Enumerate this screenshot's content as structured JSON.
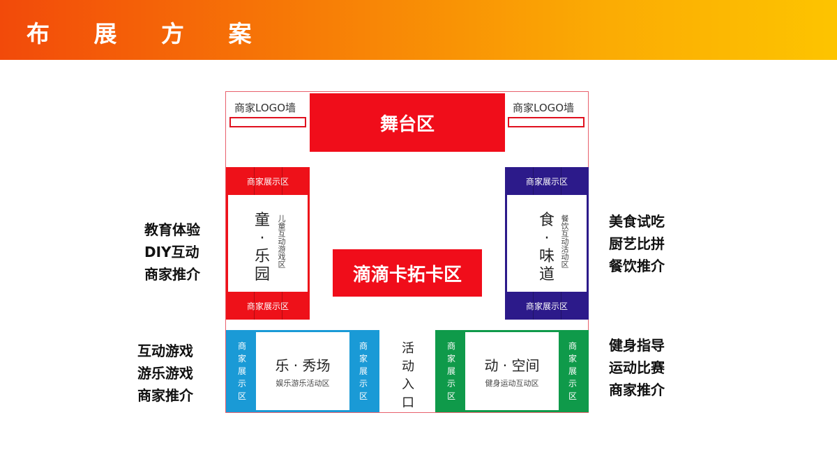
{
  "header": {
    "title": "布 展 方 案"
  },
  "colors": {
    "header_gradient_start": "#f24a0a",
    "header_gradient_end": "#fdc400",
    "red": "#f00d1a",
    "purple": "#2c1a8a",
    "blue": "#1a9ad6",
    "green": "#0f9a4a"
  },
  "plan": {
    "logo_wall_left": "商家LOGO墙",
    "logo_wall_right": "商家LOGO墙",
    "stage": "舞台区",
    "punch_zone": "滴滴卡拓卡区",
    "kids_zone": {
      "top_strip": "商家展示区",
      "bottom_strip": "商家展示区",
      "title_chars": [
        "童",
        "·",
        "乐",
        "园"
      ],
      "subtitle": "儿童互动游戏区"
    },
    "food_zone": {
      "top_strip": "商家展示区",
      "bottom_strip": "商家展示区",
      "title_chars": [
        "食",
        "·",
        "味",
        "道"
      ],
      "subtitle": "餐饮互动活动区"
    },
    "show_zone": {
      "side_left": "商家展示区",
      "side_right": "商家展示区",
      "title": "乐 · 秀场",
      "subtitle": "娱乐游乐活动区"
    },
    "entrance": "活动入口",
    "sport_zone": {
      "side_left": "商家展示区",
      "side_right": "商家展示区",
      "title": "动 · 空间",
      "subtitle": "健身运动互动区"
    }
  },
  "annotations": {
    "left_top": [
      "教育体验",
      "DIY互动",
      "商家推介"
    ],
    "left_bottom": [
      "互动游戏",
      "游乐游戏",
      "商家推介"
    ],
    "right_top": [
      "美食试吃",
      "厨艺比拼",
      "餐饮推介"
    ],
    "right_bottom": [
      "健身指导",
      "运动比赛",
      "商家推介"
    ]
  }
}
